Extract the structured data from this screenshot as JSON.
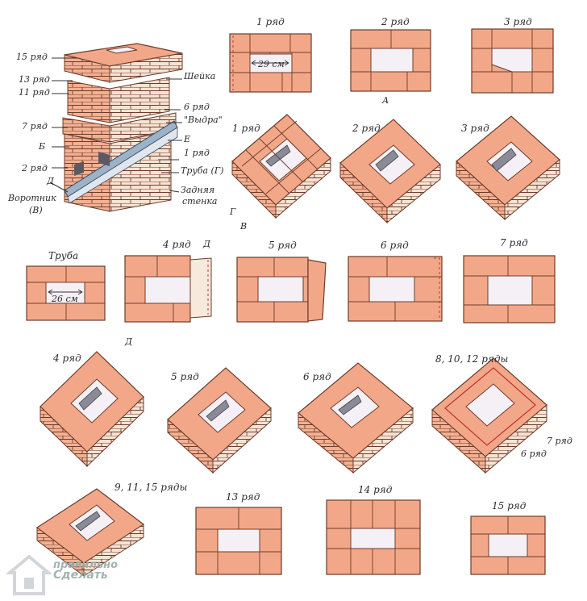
{
  "main_view": {
    "labels": {
      "r15": "15 ряд",
      "r13": "13 ряд",
      "r11": "11 ряд",
      "r7": "7 ряд",
      "b": "Б",
      "r2": "2 ряд",
      "d": "Д",
      "vorotnik": "Воротник",
      "vorotnik_v": "(В)",
      "sheika": "Шейка",
      "r6": "6 ряд",
      "vydra": "\"Выдра\"",
      "e": "Е",
      "r1": "1 ряд",
      "truba_g": "Труба (Г)",
      "zadnyaya": "Задняя",
      "stenka": "стенка"
    }
  },
  "plans": {
    "p1": {
      "title": "1 ряд",
      "dim": "29 см"
    },
    "p2": {
      "title": "2 ряд",
      "marker": "А"
    },
    "p3": {
      "title": "3 ряд"
    },
    "truba": {
      "title": "Труба",
      "dim": "26 см"
    },
    "p4": {
      "title": "4 ряд",
      "marker": "Д"
    },
    "p5": {
      "title": "5 ряд"
    },
    "p6": {
      "title": "6 ряд"
    },
    "p7": {
      "title": "7 ряд"
    },
    "p13": {
      "title": "13 ряд"
    },
    "p14": {
      "title": "14 ряд"
    },
    "p15": {
      "title": "15 ряд"
    }
  },
  "isos": {
    "i1": {
      "title": "1 ряд",
      "g": "Г",
      "v": "В"
    },
    "i2": {
      "title": "2 ряд"
    },
    "i3": {
      "title": "3 ряд"
    },
    "i4": {
      "title": "4 ряд",
      "d": "Д"
    },
    "i5": {
      "title": "5 ряд"
    },
    "i6": {
      "title": "6 ряд"
    },
    "i8": {
      "title": "8, 10, 12 ряды",
      "r7": "7 ряд",
      "r6": "6 ряд"
    },
    "i9": {
      "title": "9, 11, 15 ряды"
    }
  },
  "watermark": {
    "line1": "правильно",
    "line2": "Сделать"
  }
}
